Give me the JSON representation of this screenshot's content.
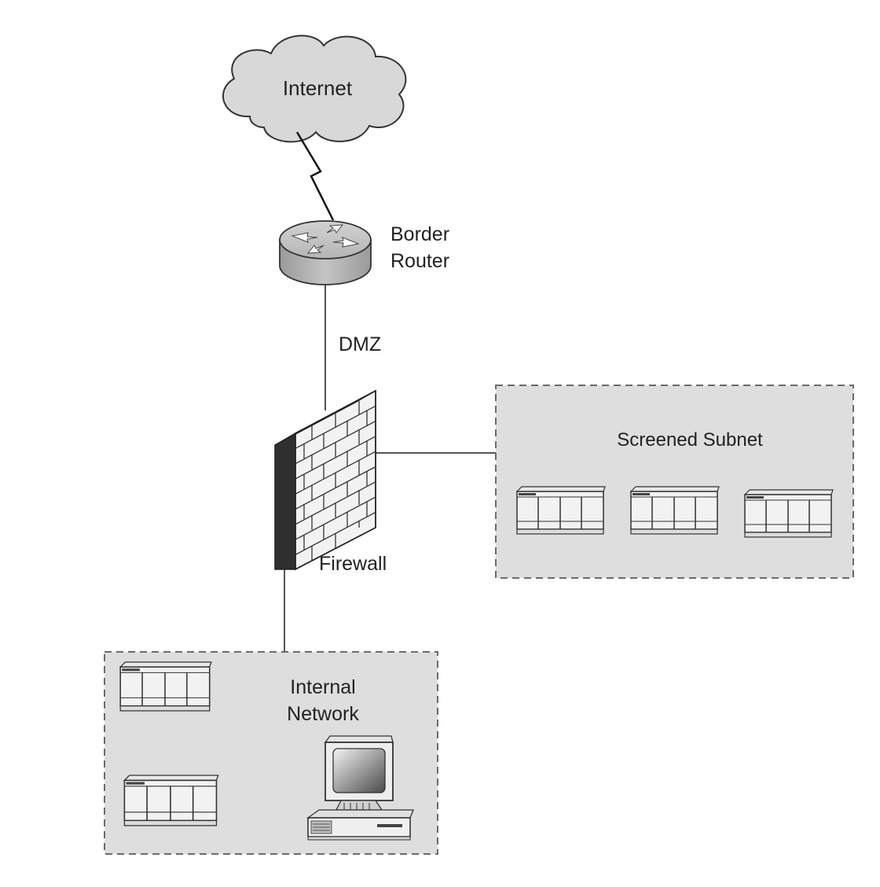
{
  "labels": {
    "internet": "Internet",
    "router_line1": "Border",
    "router_line2": "Router",
    "dmz": "DMZ",
    "firewall": "Firewall",
    "screened_subnet": "Screened Subnet",
    "internal_line1": "Internal",
    "internal_line2": "Network"
  },
  "colors": {
    "zone_fill": "#dedede",
    "zone_border": "#6b6b6b",
    "cloud_fill": "#d8d8d8",
    "line": "#555555"
  },
  "icons": {
    "internet": "cloud-icon",
    "link": "lightning-bolt-icon",
    "router": "router-icon",
    "firewall": "brick-wall-icon",
    "server": "server-rack-icon",
    "workstation": "desktop-computer-icon"
  }
}
